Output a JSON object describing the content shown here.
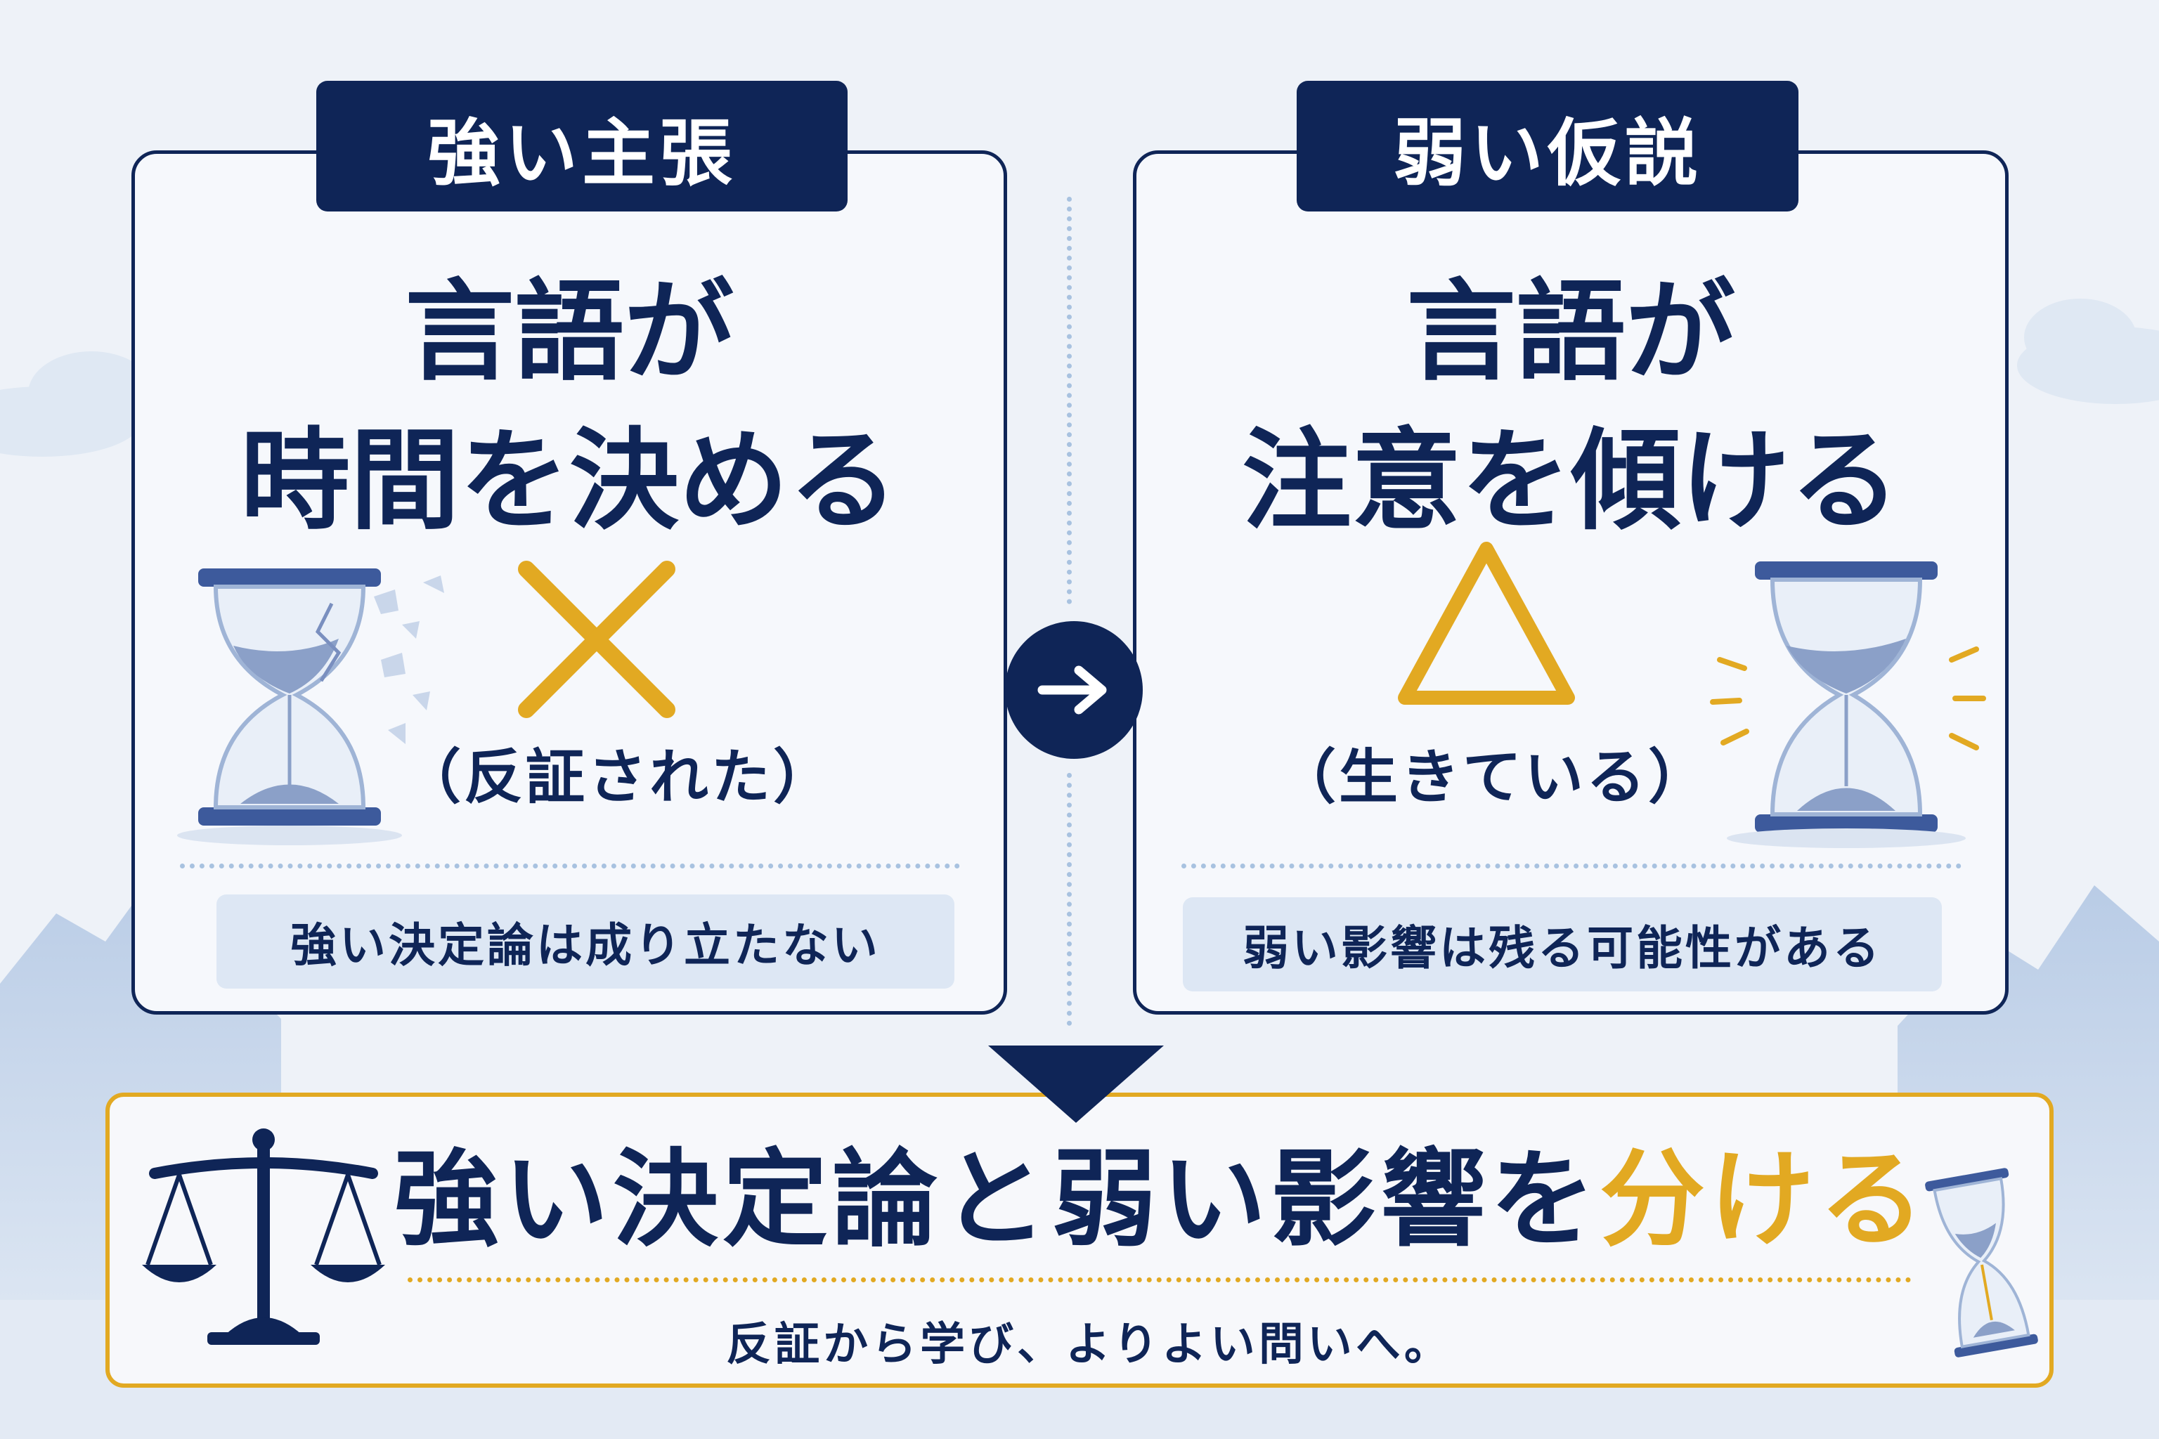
{
  "left": {
    "tag": "強い主張",
    "headline_line1": "言語が",
    "headline_line2": "時間を決める",
    "symbol": "x-mark-icon",
    "status": "（反証された）",
    "summary": "強い決定論は成り立たない"
  },
  "right": {
    "tag": "弱い仮説",
    "headline_line1": "言語が",
    "headline_line2": "注意を傾ける",
    "symbol": "triangle-icon",
    "status": "（生きている）",
    "summary": "弱い影響は残る可能性がある"
  },
  "conclusion": {
    "main": "強い決定論と弱い影響を",
    "accent": "分ける",
    "sub": "反証から学び、よりよい問いへ。"
  },
  "colors": {
    "navy": "#0f2557",
    "gold": "#e2a922",
    "pale_blue": "#dde7f4",
    "background": "#eef2f8"
  }
}
